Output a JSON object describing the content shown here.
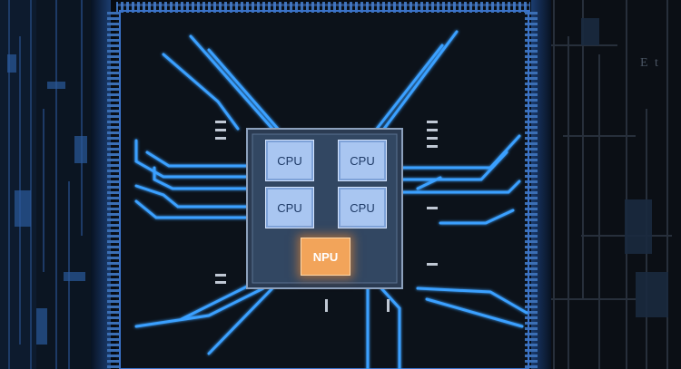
{
  "soc": {
    "cores": [
      {
        "label": "CPU"
      },
      {
        "label": "CPU"
      },
      {
        "label": "CPU"
      },
      {
        "label": "CPU"
      }
    ],
    "npu_label": "NPU"
  },
  "corner_text": "E t",
  "colors": {
    "trace": "#3aa0ff",
    "trace_glow": "#1e6fd9",
    "cpu_fill": "#a9c6f1",
    "npu_fill": "#f2a45a",
    "die": "#2b3b52"
  }
}
